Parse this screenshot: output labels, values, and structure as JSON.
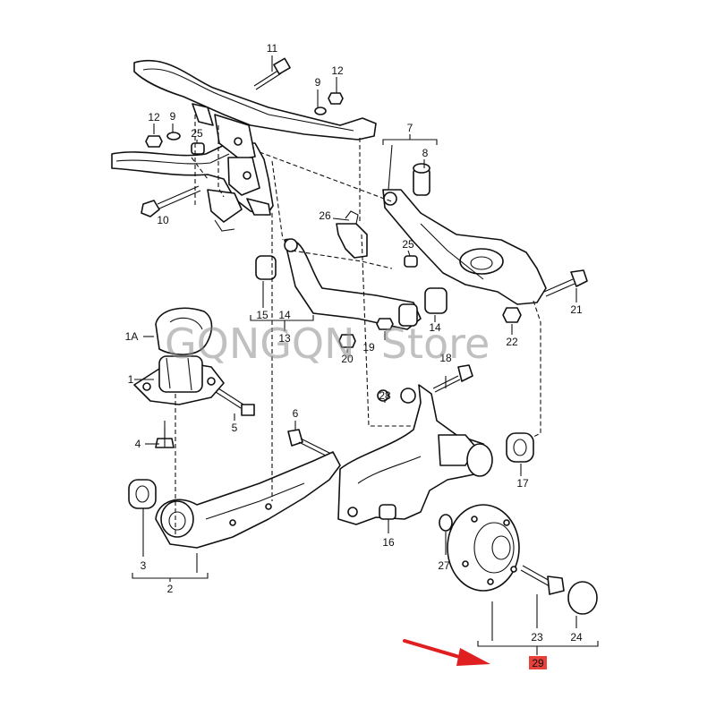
{
  "watermark": "GQNGQN  Store",
  "colors": {
    "line": "#111111",
    "arrow": "#e02020",
    "highlight": "#e8403a"
  },
  "labels": {
    "p1": "1",
    "p1a": "1A",
    "p2": "2",
    "p3": "3",
    "p4": "4",
    "p5": "5",
    "p6": "6",
    "p7": "7",
    "p8": "8",
    "p9a": "9",
    "p9b": "9",
    "p10": "10",
    "p11": "11",
    "p12a": "12",
    "p12b": "12",
    "p13": "13",
    "p14a": "14",
    "p14b": "14",
    "p15": "15",
    "p16": "16",
    "p17": "17",
    "p18": "18",
    "p19": "19",
    "p20": "20",
    "p21": "21",
    "p22": "22",
    "p23": "23",
    "p24": "24",
    "p25a": "25",
    "p25b": "25",
    "p26": "26",
    "p27": "27",
    "p28": "28",
    "p29": "29"
  }
}
